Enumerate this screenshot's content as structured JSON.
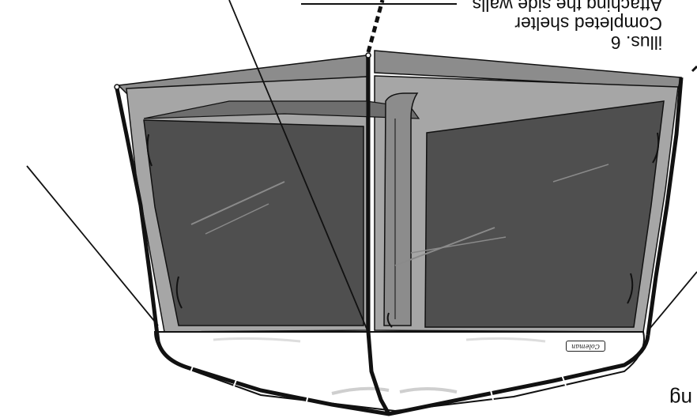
{
  "document": {
    "figure": {
      "label": "illus. 6",
      "caption": "Completed shelter",
      "caption_fragment": "Attaching the side walls",
      "edge_fragment": "ng"
    },
    "brand_logo": "Coleman"
  },
  "colors": {
    "roof_gray": "#8c8c8c",
    "panel_frame": "#a6a6a6",
    "mesh_dark": "#4f4f4f",
    "line_black": "#111111",
    "paper": "#ffffff"
  }
}
